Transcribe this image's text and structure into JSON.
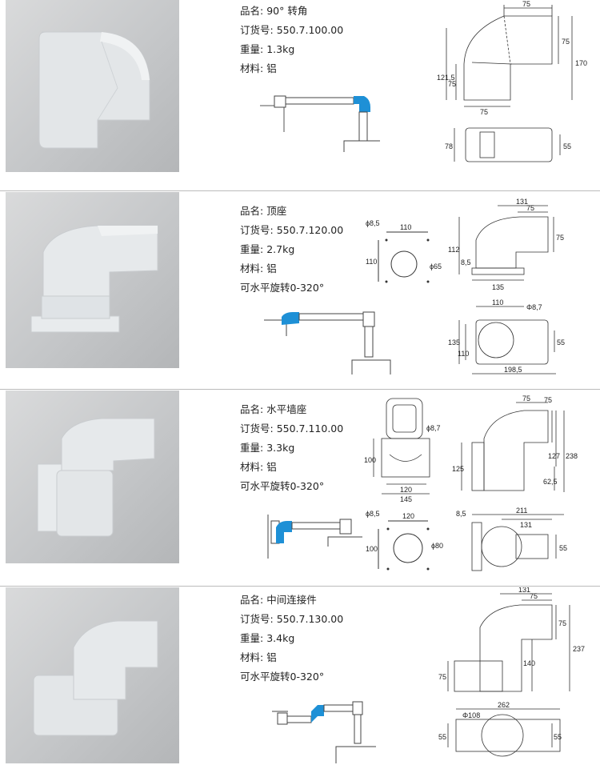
{
  "products": [
    {
      "name_label": "品名:",
      "name": "90° 转角",
      "order_label": "订货号:",
      "order_no": "550.7.100.00",
      "weight_label": "重量:",
      "weight": "1.3kg",
      "material_label": "材料:",
      "material": "铝",
      "rotation": "",
      "dims": {
        "top": "75",
        "right_upper": "75",
        "right_total": "170",
        "left_total": "121,5",
        "left_inner": "75",
        "bottom": "75",
        "side_left": "78",
        "side_right": "55"
      }
    },
    {
      "name_label": "品名:",
      "name": "顶座",
      "order_label": "订货号:",
      "order_no": "550.7.120.00",
      "weight_label": "重量:",
      "weight": "2.7kg",
      "material_label": "材料:",
      "material": "铝",
      "rotation": "可水平旋转0-320°",
      "dims": {
        "hole_dia": "ϕ8,5",
        "hole_span": "110",
        "hole_v": "110",
        "bore": "ϕ65",
        "top_width": "131",
        "top_inner": "75",
        "right_h": "75",
        "left_h": "112",
        "base_h": "8,5",
        "base_w": "135",
        "plan_top": "110",
        "plan_hole": "Φ8,7",
        "plan_left": "135",
        "plan_left_inner": "110",
        "plan_right": "55",
        "plan_bottom": "198,5"
      }
    },
    {
      "name_label": "品名:",
      "name": "水平墙座",
      "order_label": "订货号:",
      "order_no": "550.7.110.00",
      "weight_label": "重量:",
      "weight": "3.3kg",
      "material_label": "材料:",
      "material": "铝",
      "rotation": "可水平旋转0-320°",
      "dims": {
        "front_hole": "ϕ8,7",
        "front_h": "100",
        "front_inner": "120",
        "front_w": "145",
        "side_top": "75",
        "side_right": "75",
        "side_h1": "127",
        "side_total": "238",
        "side_left": "125",
        "side_bot": "62,5",
        "hole_dia": "ϕ8,5",
        "hole_span": "120",
        "hole_v": "100",
        "bore": "ϕ80",
        "plan_small": "8,5",
        "plan_total": "211",
        "plan_inner": "131",
        "plan_right": "55"
      }
    },
    {
      "name_label": "品名:",
      "name": "中间连接件",
      "order_label": "订货号:",
      "order_no": "550.7.130.00",
      "weight_label": "重量:",
      "weight": "3.4kg",
      "material_label": "材料:",
      "material": "铝",
      "rotation": "可水平旋转0-320°",
      "dims": {
        "top_w": "131",
        "top_inner": "75",
        "right_h": "75",
        "mid_h": "140",
        "total": "237",
        "left_h": "75",
        "plan_w": "262",
        "plan_hole": "Φ108",
        "plan_left": "55",
        "plan_right": "55"
      }
    }
  ]
}
